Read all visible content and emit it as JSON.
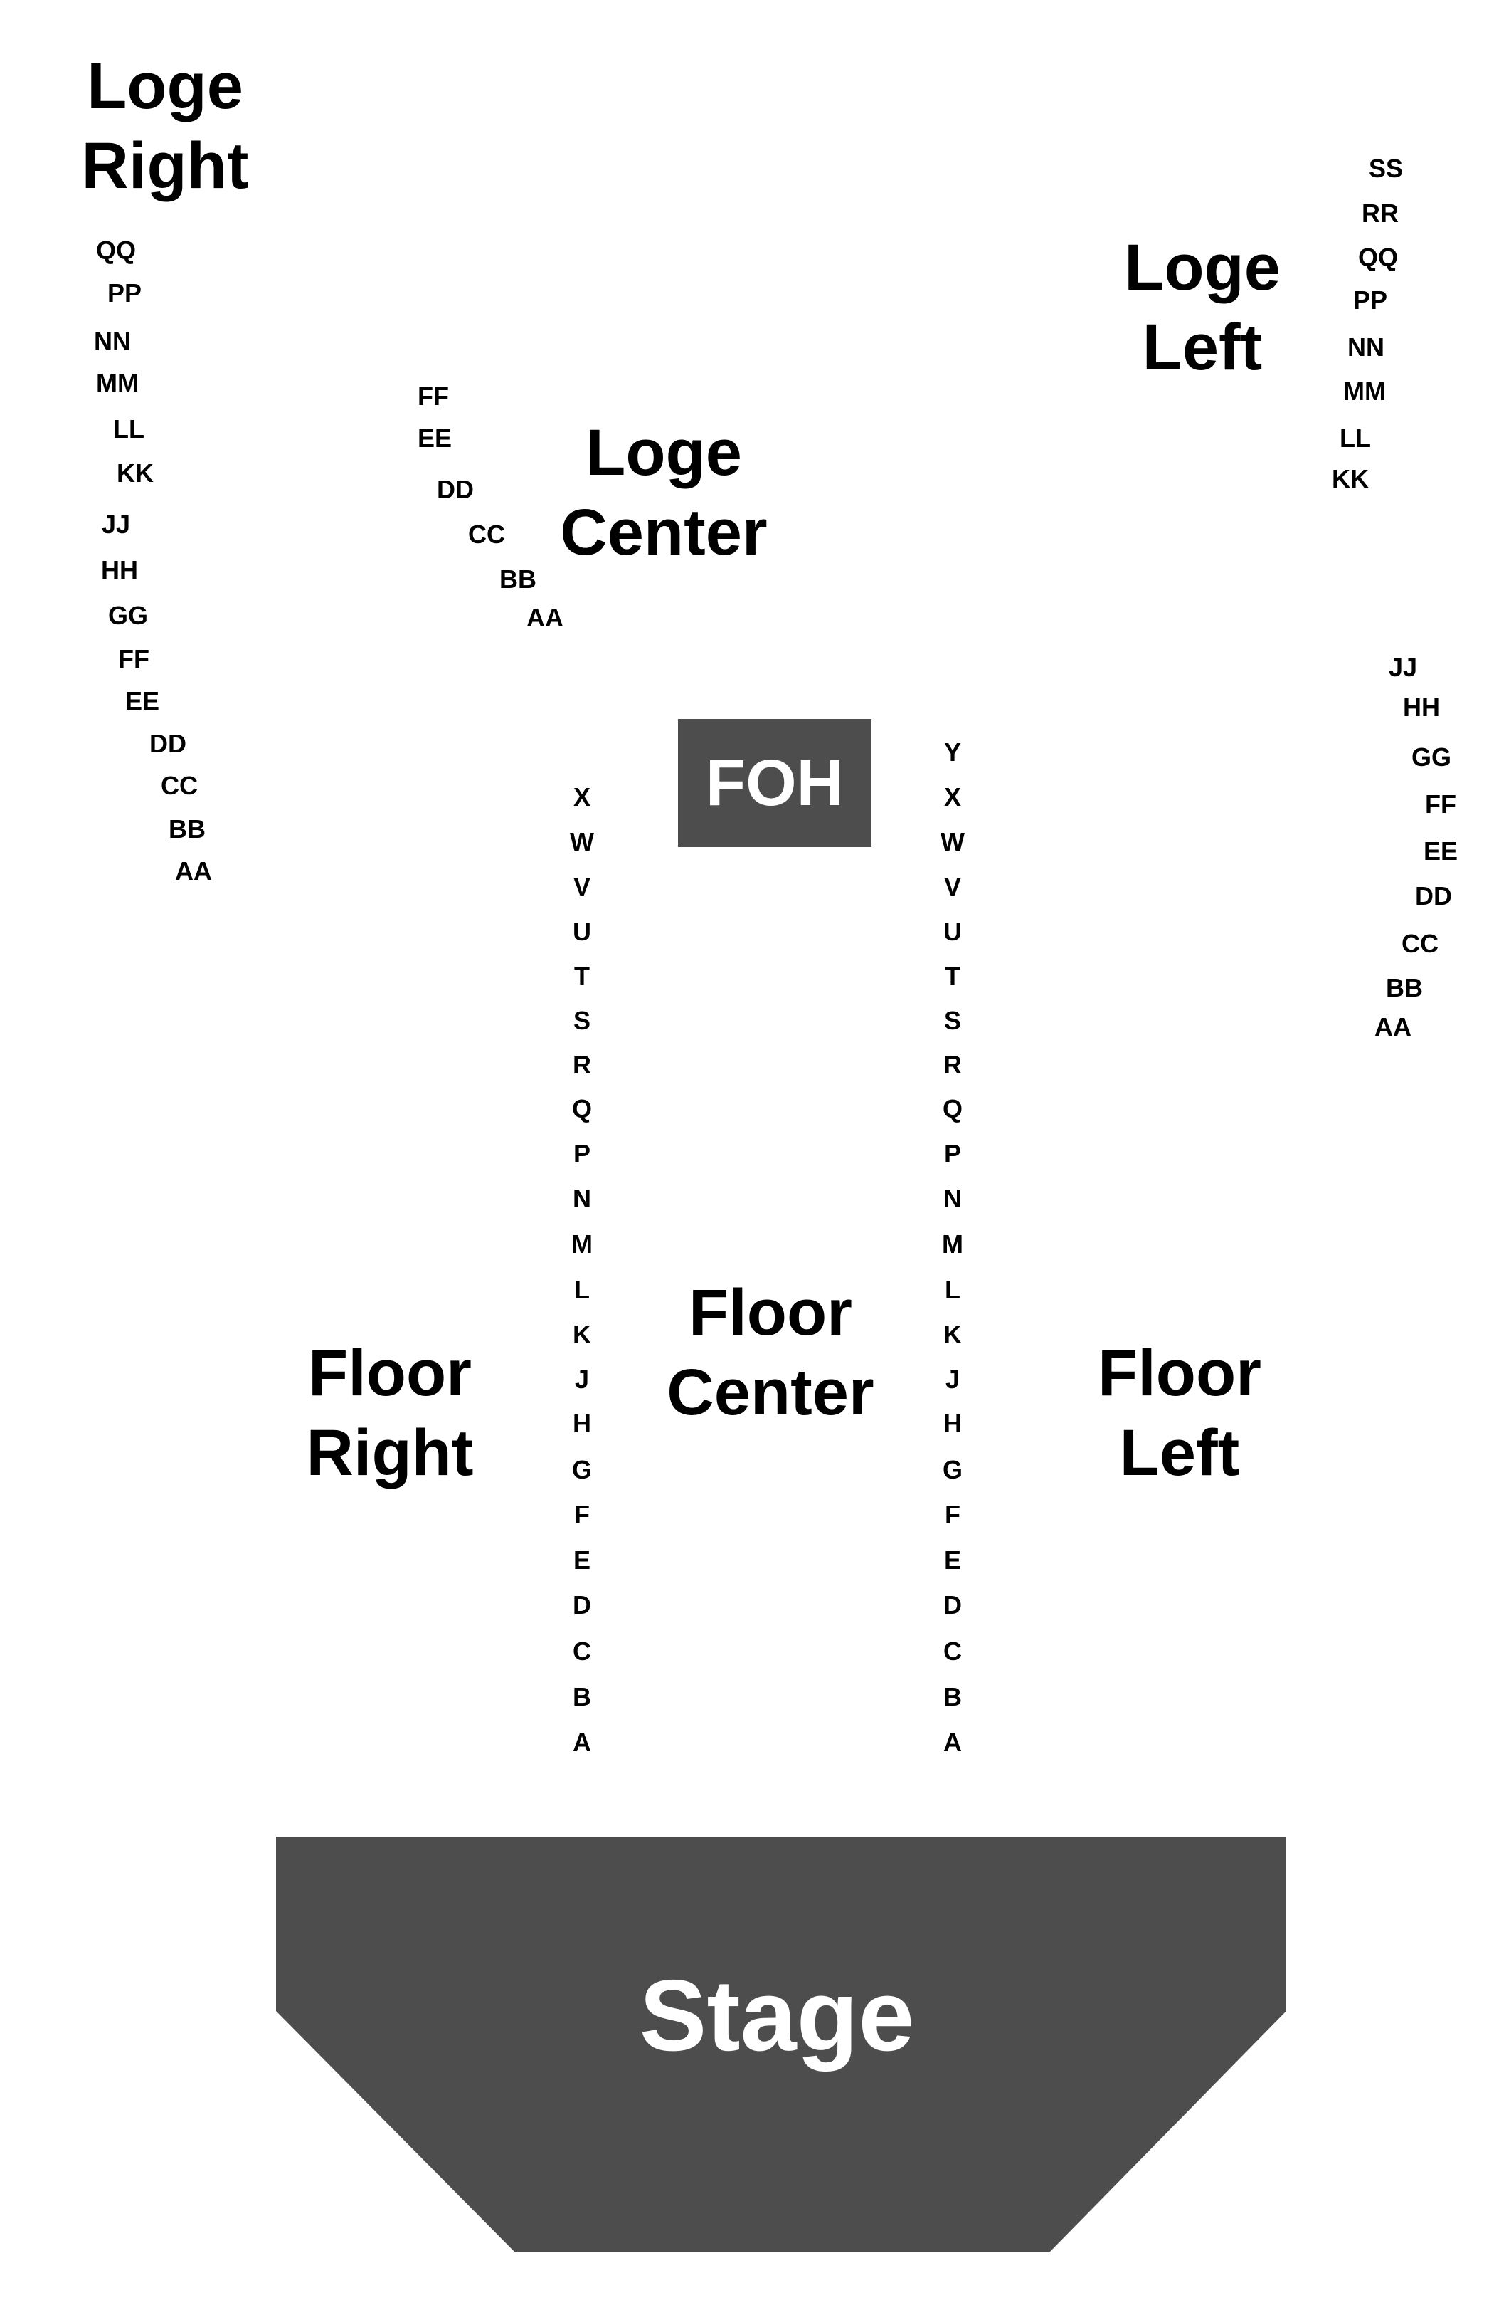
{
  "colors": {
    "stage": "#4d4d4d",
    "foh": "#4d4d4d",
    "label": "#000000",
    "stage_text": "#ffffff"
  },
  "sections": {
    "loge_right": {
      "line1": "Loge",
      "line2": "Right"
    },
    "loge_center": {
      "line1": "Loge",
      "line2": "Center"
    },
    "loge_left": {
      "line1": "Loge",
      "line2": "Left"
    },
    "floor_right": {
      "line1": "Floor",
      "line2": "Right"
    },
    "floor_center": {
      "line1": "Floor",
      "line2": "Center"
    },
    "floor_left": {
      "line1": "Floor",
      "line2": "Left"
    }
  },
  "foh": {
    "label": "FOH"
  },
  "stage": {
    "label": "Stage"
  },
  "rows": {
    "loge_right": [
      "QQ",
      "PP",
      "NN",
      "MM",
      "LL",
      "KK",
      "JJ",
      "HH",
      "GG",
      "FF",
      "EE",
      "DD",
      "CC",
      "BB",
      "AA"
    ],
    "loge_center": [
      "FF",
      "EE",
      "DD",
      "CC",
      "BB",
      "AA"
    ],
    "loge_left_upper": [
      "SS",
      "RR",
      "QQ",
      "PP",
      "NN",
      "MM",
      "LL",
      "KK"
    ],
    "loge_left_lower": [
      "JJ",
      "HH",
      "GG",
      "FF",
      "EE",
      "DD",
      "CC",
      "BB",
      "AA"
    ],
    "floor_right_aisle": [
      "X",
      "W",
      "V",
      "U",
      "T",
      "S",
      "R",
      "Q",
      "P",
      "N",
      "M",
      "L",
      "K",
      "J",
      "H",
      "G",
      "F",
      "E",
      "D",
      "C",
      "B",
      "A"
    ],
    "floor_left_aisle": [
      "Y",
      "X",
      "W",
      "V",
      "U",
      "T",
      "S",
      "R",
      "Q",
      "P",
      "N",
      "M",
      "L",
      "K",
      "J",
      "H",
      "G",
      "F",
      "E",
      "D",
      "C",
      "B",
      "A"
    ]
  }
}
